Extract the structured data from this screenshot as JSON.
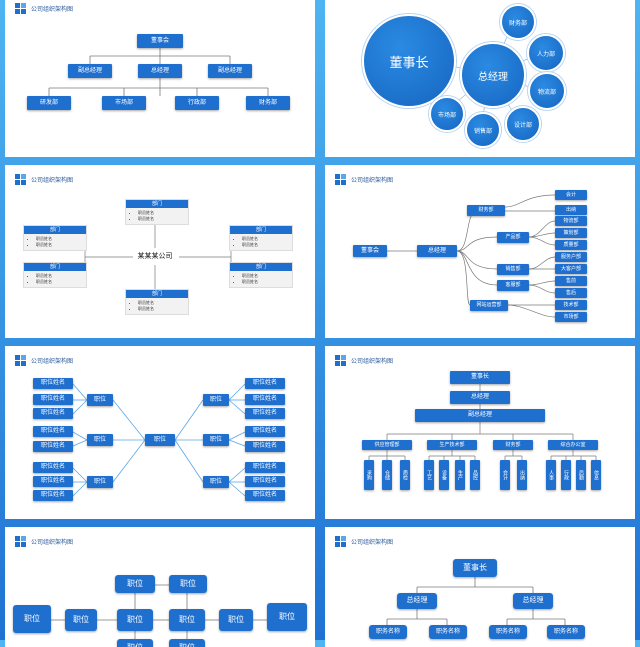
{
  "header_title": "公司组织架构图",
  "slide1": {
    "top": "董事会",
    "mid": [
      "副总经理",
      "总经理",
      "副总经理"
    ],
    "bottom": [
      "研发部",
      "市场部",
      "行政部",
      "财务部"
    ]
  },
  "slide2": {
    "chair": "董事长",
    "gm": "总经理",
    "depts": [
      "财务部",
      "人力部",
      "物流部",
      "设计部",
      "销售部",
      "市场部"
    ]
  },
  "slide3": {
    "center": "某某某公司",
    "card_title": "部门",
    "card_items": [
      "职员姓名",
      "职员姓名"
    ]
  },
  "slide4": {
    "board": "董事会",
    "gm": "总经理",
    "branches": [
      "财务部",
      "产品部",
      "销售部",
      "客服部",
      "网站运营部"
    ],
    "leaves": [
      "会计",
      "出纳",
      "物流部",
      "策划部",
      "质量部",
      "服务户部",
      "大客户部",
      "售前",
      "售后",
      "技术部",
      "市场部"
    ]
  },
  "slide5": {
    "center": "职位",
    "mid": "职位",
    "leaf": "职位姓名"
  },
  "slide6": {
    "top": "董事长",
    "second": "总经理",
    "third": "副总经理",
    "depts": [
      "供应管理部",
      "生产技术部",
      "财务部",
      "综合办公室"
    ],
    "subs": [
      [
        "采购",
        "仓储",
        "质检"
      ],
      [
        "工艺",
        "设备",
        "生产",
        "品控"
      ],
      [
        "会计",
        "出纳"
      ],
      [
        "人事",
        "行政",
        "后勤",
        "信息"
      ]
    ]
  },
  "slide7": {
    "label": "职位"
  },
  "slide8": {
    "top": "董事长",
    "second": "总经理",
    "leaf": "职务名称"
  }
}
